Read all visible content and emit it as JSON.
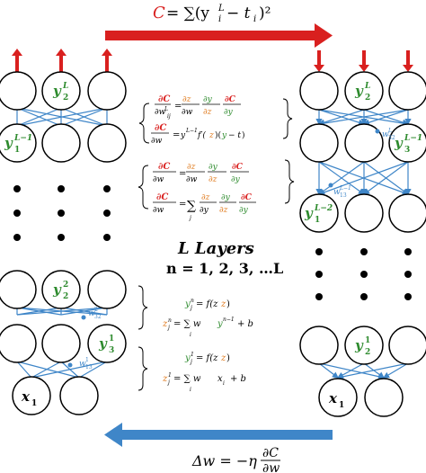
{
  "top_equation": {
    "lhs": "C",
    "rhs": "= ∑(y",
    "sup": "L",
    "sub": "i",
    "tail": " − t",
    "tsub": "i",
    "end": ")²"
  },
  "bottom_equation": {
    "lhs": "Δw = −η",
    "num": "∂C",
    "den": "∂w"
  },
  "labels": {
    "y2L": "y",
    "y2L_sup": "L",
    "y2L_sub": "2",
    "y1L1": "y",
    "y1L1_sup": "L−1",
    "y1L1_sub": "1",
    "y3L1": "y",
    "y3L1_sup": "L−1",
    "y3L1_sub": "3",
    "y1L2": "y",
    "y1L2_sup": "L−2",
    "y1L2_sub": "1",
    "y22": "y",
    "y22_sup": "2",
    "y22_sub": "2",
    "y31": "y",
    "y31_sup": "1",
    "y31_sub": "3",
    "y21": "y",
    "y21_sup": "1",
    "y21_sub": "2",
    "x1": "x",
    "x1_sub": "1",
    "x1b": "x",
    "x1b_sub": "1",
    "wL32": "w",
    "wL32_sup": "L",
    "wL32_sub": "32",
    "wL113": "w",
    "wL113_sup": "L−1",
    "wL113_sub": "13",
    "w232": "w",
    "w232_sup": "2",
    "w232_sub": "32",
    "w113": "w",
    "w113_sup": "1",
    "w113_sub": "13"
  },
  "middle": {
    "layers_title": "L Layers",
    "n_line": "n = 1, 2, 3, …L",
    "eq1_lhs": "∂C",
    "eq1_den": "∂w",
    "eq3_line": "y",
    "eqn_y": "y",
    "eqn_f": "= f(z",
    "eqn_z": "z",
    "eqn_sum": "= ∑ w",
    "eqn_b": "+ b",
    "eq1_sum_index": "i",
    "eq1_f": "= f(z",
    "eq1_z": "z",
    "eq1_sum": "= ∑ w",
    "eq1_x": "x",
    "eq1_b": "+ b"
  },
  "colors": {
    "red": "#d9201f",
    "blue": "#3f86c8",
    "green": "#2e8b2e",
    "orange": "#e07b1f",
    "node_stroke": "#000000",
    "edge": "#3f86c8"
  }
}
